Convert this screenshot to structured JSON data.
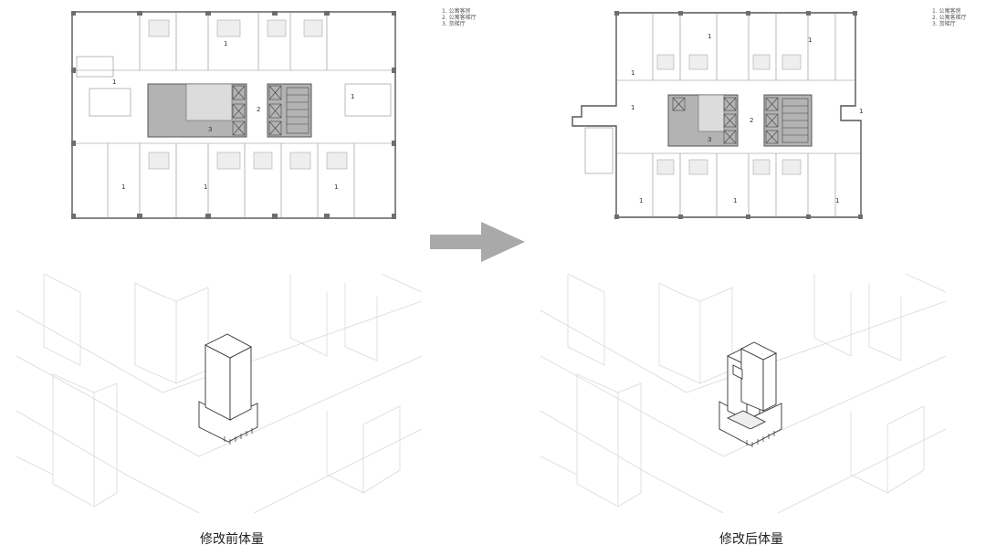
{
  "plans": {
    "before": {
      "legend": [
        "1. 公寓客房",
        "2. 公寓客梯厅",
        "3. 货梯厅"
      ],
      "room_labels": [
        "1",
        "1",
        "1",
        "1",
        "1",
        "1",
        "2",
        "3"
      ]
    },
    "after": {
      "legend": [
        "1. 公寓客房",
        "2. 公寓客梯厅",
        "3. 货梯厅"
      ],
      "room_labels": [
        "1",
        "1",
        "1",
        "1",
        "1",
        "1",
        "1",
        "1",
        "2",
        "3"
      ]
    }
  },
  "captions": {
    "before": "修改前体量",
    "after": "修改后体量"
  },
  "colors": {
    "core_fill": "#b3b3b3",
    "line": "#6d6d6d",
    "arrow": "#a9a9a9",
    "context_line": "#d9d9d9"
  },
  "icons": {
    "transition": "arrow-right-icon"
  }
}
